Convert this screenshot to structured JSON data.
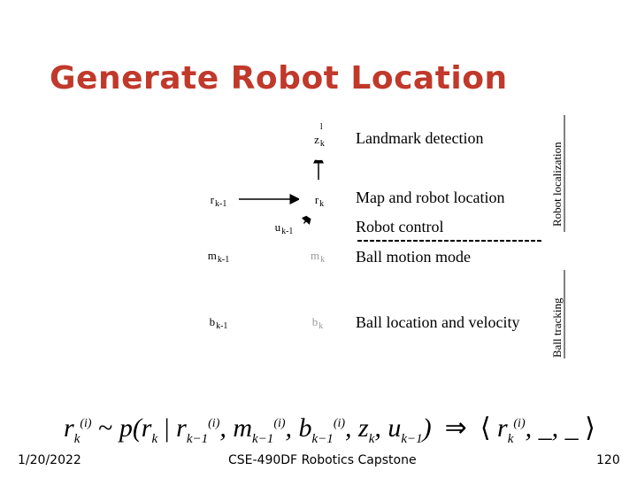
{
  "slide": {
    "title": "Generate Robot Location",
    "date": "1/20/2022",
    "course": "CSE-490DF Robotics Capstone",
    "page_number": "120"
  },
  "nodes": {
    "z_k": {
      "main": "z",
      "sup": "l",
      "sub": "k"
    },
    "r_k_minus_1": {
      "main": "r",
      "sub": "k-1"
    },
    "r_k": {
      "main": "r",
      "sub": "k"
    },
    "u_k_minus_1": {
      "main": "u",
      "sub": "k-1"
    },
    "m_k_minus_1": {
      "main": "m",
      "sub": "k-1"
    },
    "m_k": {
      "main": "m",
      "sub": "k"
    },
    "b_k_minus_1": {
      "main": "b",
      "sub": "k-1"
    },
    "b_k": {
      "main": "b",
      "sub": "k"
    }
  },
  "descriptions": {
    "landmark": "Landmark detection",
    "map_robot": "Map and robot location",
    "robot_control": "Robot control",
    "ball_motion": "Ball motion mode",
    "ball_location": "Ball location and velocity"
  },
  "side_labels": {
    "robot_localization": "Robot localization",
    "ball_tracking": "Ball tracking"
  },
  "formula": {
    "text": "r_k^(i) ~ p(r_k | r_{k-1}^(i), m_{k-1}^(i), b_{k-1}^(i), z_k, u_{k-1}) ⇒ ⟨ r_k^(i), _, _ ⟩"
  },
  "colors": {
    "title": "#c0392b",
    "gray_node": "#9a9a9a"
  }
}
